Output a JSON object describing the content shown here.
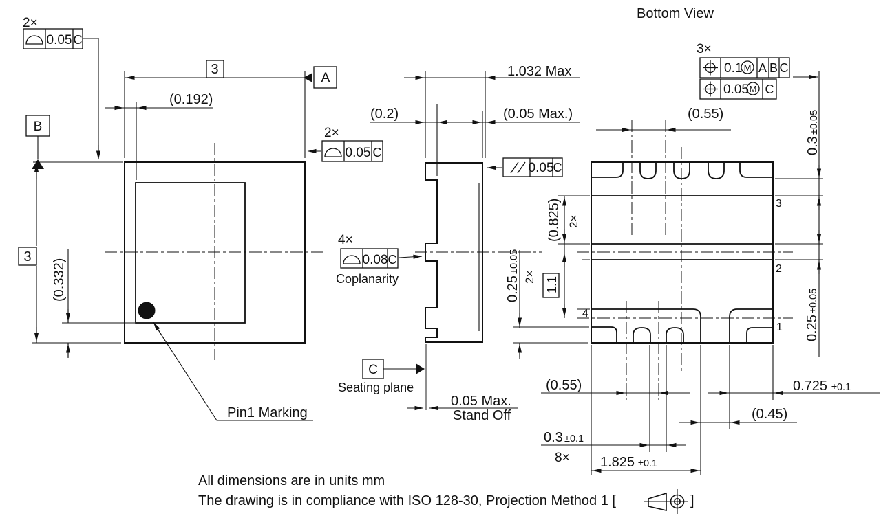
{
  "notes": {
    "line1": "All dimensions are in units mm",
    "line2": "The drawing is in compliance with ISO 128-30, Projection Method 1 [",
    "bracket_close": "]"
  },
  "datum": {
    "a": "A",
    "b": "B",
    "c": "C"
  },
  "top_view": {
    "qty_frame_top": "2×",
    "frame_top": {
      "symbol": "profile-of-surface",
      "tol": "0.05",
      "datum": "C"
    },
    "qty_frame_right": "2×",
    "frame_right": {
      "symbol": "profile-of-surface",
      "tol": "0.05",
      "datum": "C"
    },
    "dim_width_basic": "3",
    "dim_height_basic": "3",
    "dim_inner_left": "(0.192)",
    "dim_inner_bottom": "(0.332)",
    "pin1_label": "Pin1 Marking"
  },
  "side_view": {
    "dim_total": "1.032 Max",
    "dim_lead": "(0.2)",
    "dim_top_gap": "(0.05 Max.)",
    "frame_parallelism": {
      "symbol": "parallelism",
      "tol": "0.05",
      "datum": "C"
    },
    "qty_coplanarity": "4×",
    "frame_coplanarity": {
      "symbol": "profile-of-surface",
      "tol": "0.08",
      "datum": "C"
    },
    "coplanarity_label": "Coplanarity",
    "seating_plane_label": "Seating plane",
    "standoff_value": "0.05 Max.",
    "standoff_label": "Stand Off"
  },
  "bottom_view": {
    "title": "Bottom View",
    "qty_position": "3×",
    "frame_pos1": {
      "symbol": "position",
      "tol": "0.1",
      "modifier": "M",
      "d1": "A",
      "d2": "B",
      "d3": "C"
    },
    "frame_pos2": {
      "symbol": "position",
      "tol": "0.05",
      "modifier": "M",
      "d1": "C"
    },
    "dim_pitch_top": "(0.55)",
    "dim_pad_len": {
      "value": "0.3",
      "tol": "±0.05"
    },
    "dim_row_pitch": {
      "value": "(0.825)",
      "qty": "2×"
    },
    "dim_mid_pad": {
      "value": "0.25",
      "tol": "±0.05",
      "qty": "2×"
    },
    "dim_center_basic": "1.1",
    "dim_mid_pad_right": {
      "value": "0.25",
      "tol": "±0.05"
    },
    "pins": {
      "p1": "1",
      "p2": "2",
      "p3": "3",
      "p4": "4"
    },
    "dim_pitch_bottom": "(0.55)",
    "dim_pad1_width": {
      "value": "0.725",
      "tol": "±0.1"
    },
    "dim_gap": "(0.45)",
    "dim_pad_width": {
      "value": "0.3",
      "tol": "±0.1",
      "qty": "8×"
    },
    "dim_epad_width": {
      "value": "1.825",
      "tol": "±0.1"
    }
  }
}
